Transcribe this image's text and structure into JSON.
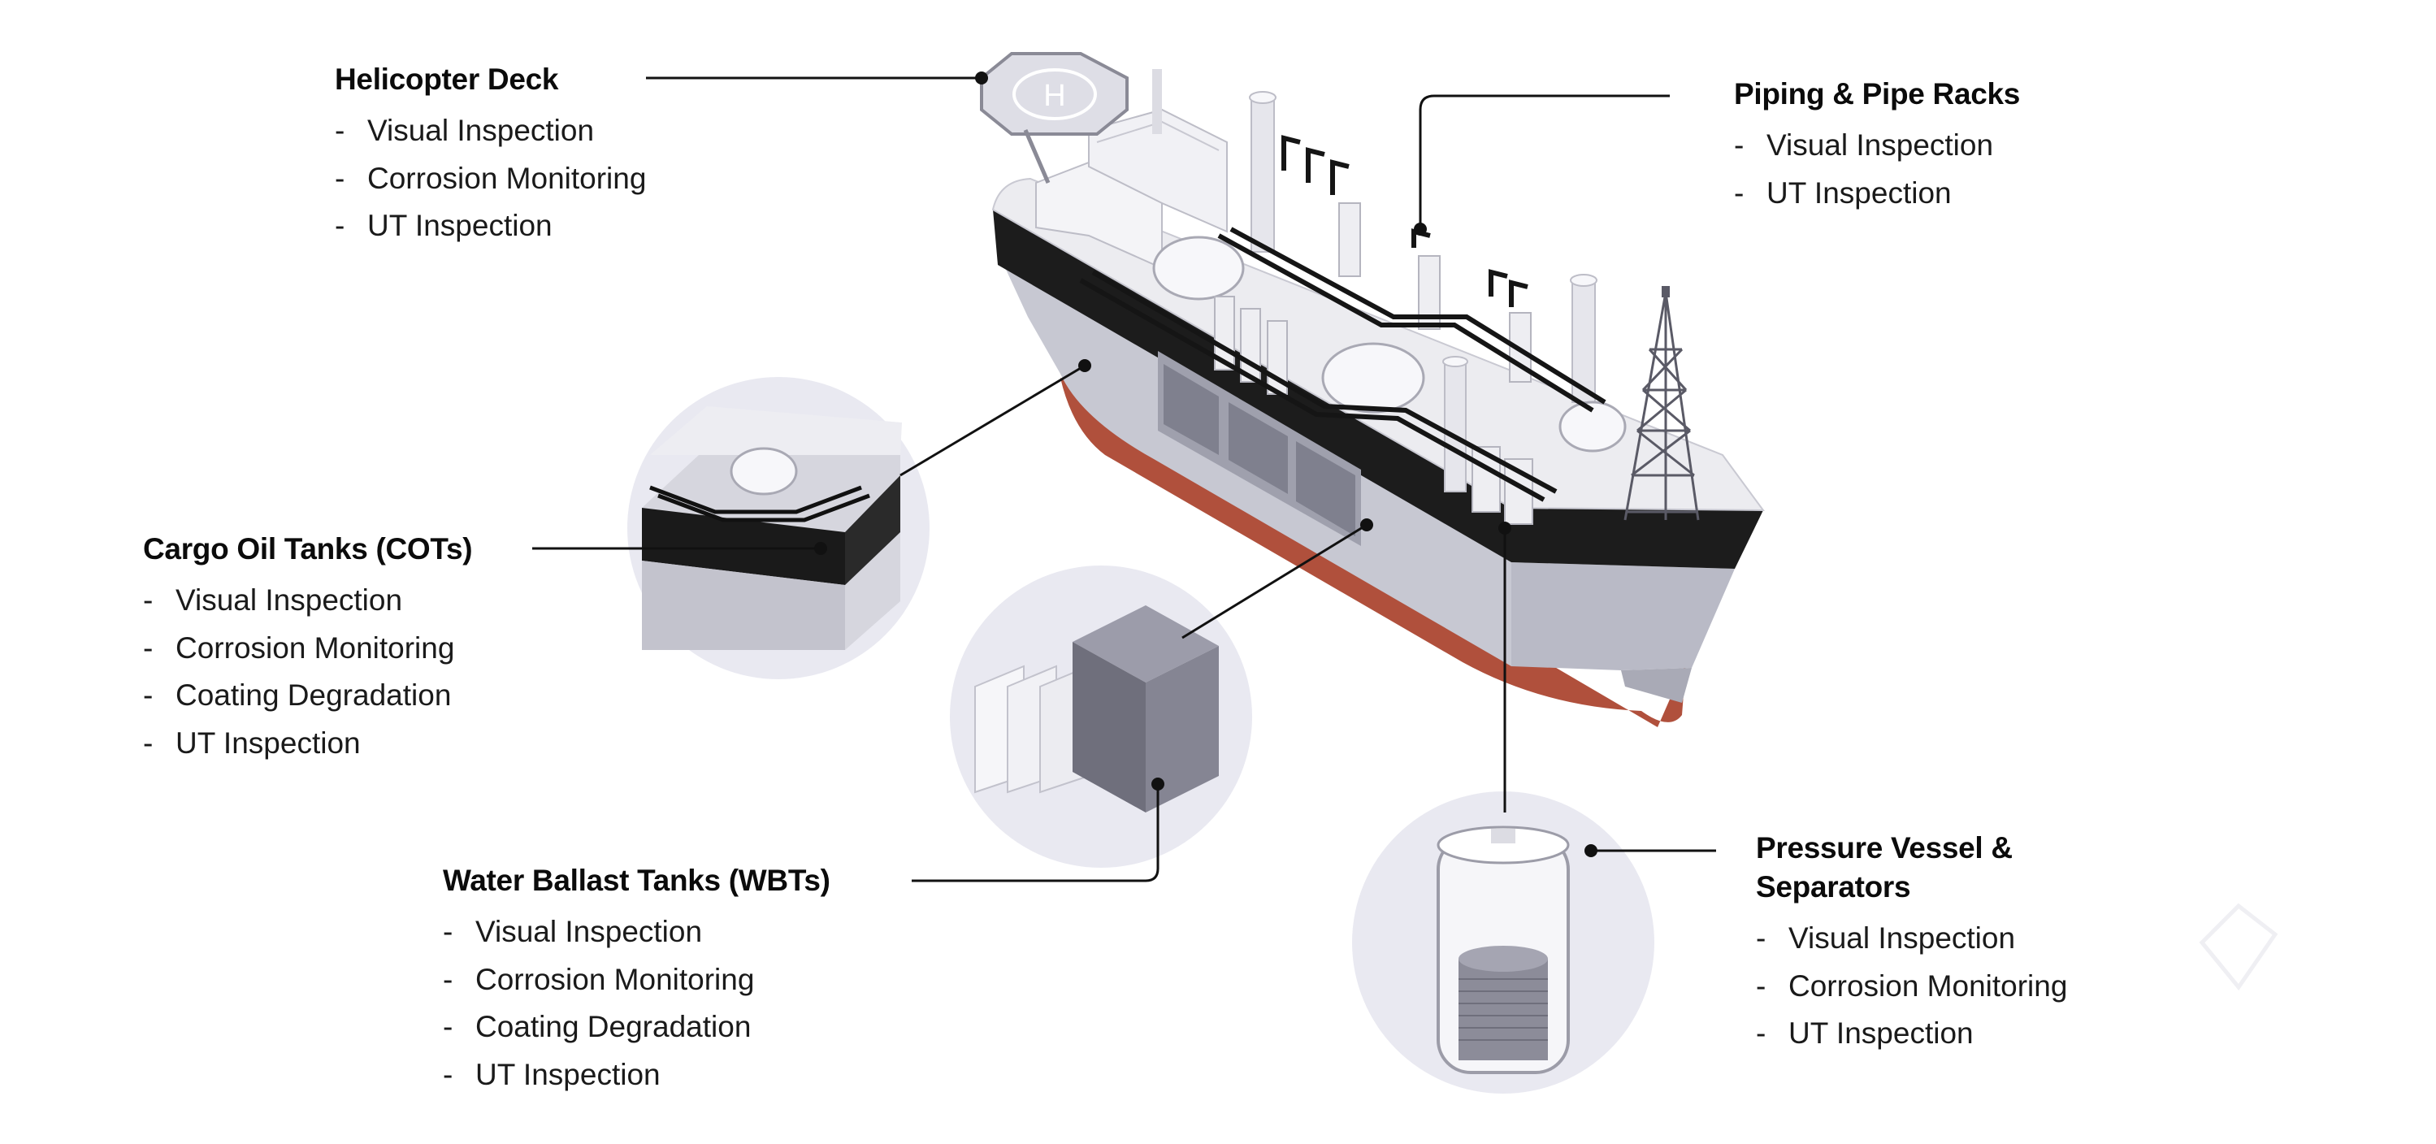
{
  "callouts": {
    "helicopter_deck": {
      "title": "Helicopter Deck",
      "items": [
        "Visual Inspection",
        "Corrosion Monitoring",
        "UT Inspection"
      ]
    },
    "piping": {
      "title": "Piping & Pipe Racks",
      "items": [
        "Visual Inspection",
        "UT Inspection"
      ]
    },
    "cargo_oil_tanks": {
      "title": "Cargo Oil Tanks (COTs)",
      "items": [
        "Visual Inspection",
        "Corrosion Monitoring",
        "Coating Degradation",
        "UT Inspection"
      ]
    },
    "water_ballast_tanks": {
      "title": "Water Ballast Tanks (WBTs)",
      "items": [
        "Visual Inspection",
        "Corrosion Monitoring",
        "Coating Degradation",
        "UT Inspection"
      ]
    },
    "pressure_vessel": {
      "title_line1": "Pressure Vessel &",
      "title_line2": "Separators",
      "items": [
        "Visual Inspection",
        "Corrosion Monitoring",
        "UT Inspection"
      ]
    }
  },
  "helipad_marking": "H",
  "colors": {
    "hull_red": "#b0503c",
    "hull_black": "#1c1c1c",
    "hull_grey": "#c7c8d2",
    "deck": "#ececf0",
    "inset_circle": "#e9e9f1",
    "leader_line": "#111111"
  }
}
